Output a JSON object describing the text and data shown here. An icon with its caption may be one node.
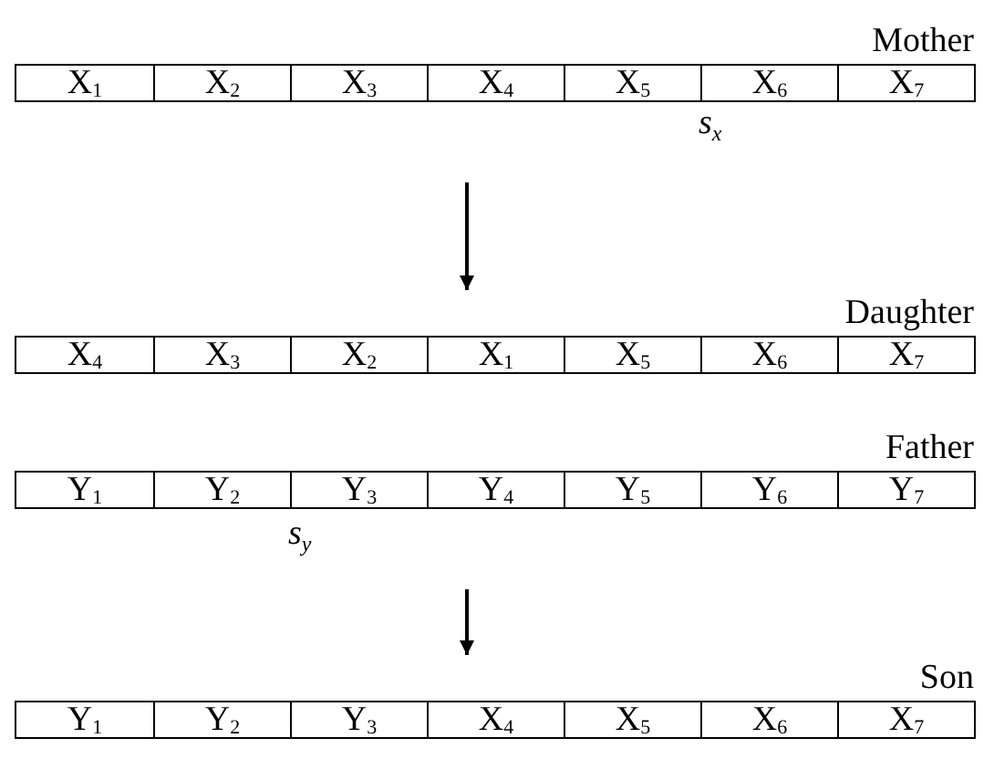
{
  "diagram": {
    "nodes": [
      {
        "text": [
          "Mother"
        ]
      },
      {
        "text": [
          "X$_{1}$"
        ],
        "in": 0
      },
      {
        "text": [
          "X$_{2}$"
        ],
        "in": 0
      },
      {
        "text": [
          "X$_{3}$"
        ],
        "in": 0
      },
      {
        "text": [
          "X$_{4}$"
        ],
        "in": 0
      },
      {
        "text": [
          "X$_{5}$"
        ],
        "in": 0
      },
      {
        "text": [
          "X$_{6}$"
        ],
        "in": 0
      },
      {
        "text": [
          "X$_{7}$"
        ],
        "in": 0
      },
      {
        "text": [
          "Daughter"
        ]
      },
      {
        "text": [
          "X$_{4}$"
        ],
        "in": 8
      },
      {
        "text": [
          "X$_{3}$"
        ],
        "in": 8
      },
      {
        "text": [
          "X$_{2}$"
        ],
        "in": 8
      },
      {
        "text": [
          "X$_{1}$"
        ],
        "in": 8
      },
      {
        "text": [
          "X$_{5}$"
        ],
        "in": 8
      },
      {
        "text": [
          "X$_{6}$"
        ],
        "in": 8
      },
      {
        "text": [
          "X$_{7}$"
        ],
        "in": 8
      },
      {
        "text": [
          "Father"
        ]
      },
      {
        "text": [
          "Y$_{1}$"
        ],
        "in": 16
      },
      {
        "text": [
          "Y$_{2}$"
        ],
        "in": 16
      },
      {
        "text": [
          "Y$_{3}$"
        ],
        "in": 16
      },
      {
        "text": [
          "Y$_{4}$"
        ],
        "in": 16
      },
      {
        "text": [
          "Y$_{5}$"
        ],
        "in": 16
      },
      {
        "text": [
          "Y$_{6}$"
        ],
        "in": 16
      },
      {
        "text": [
          "Y$_{7}$"
        ],
        "in": 16
      },
      {
        "text": [
          "Son"
        ]
      },
      {
        "text": [
          "Y$_{1}$"
        ],
        "in": 24
      },
      {
        "text": [
          "Y$_{2}$"
        ],
        "in": 24
      },
      {
        "text": [
          "Y$_{3}$"
        ],
        "in": 24
      },
      {
        "text": [
          "X$_{4}$"
        ],
        "in": 24
      },
      {
        "text": [
          "X$_{5}$"
        ],
        "in": 24
      },
      {
        "text": [
          "X$_{6}$"
        ],
        "in": 24
      },
      {
        "text": [
          "X$_{7}$"
        ],
        "in": 24
      }
    ],
    "edges": [
      {
        "from": null,
        "to": 8,
        "arrow": "to"
      },
      {
        "from": null,
        "to": 24,
        "arrow": "to"
      }
    ],
    "labels": [
      "s$_{x}$",
      "s$_{y}$"
    ]
  }
}
